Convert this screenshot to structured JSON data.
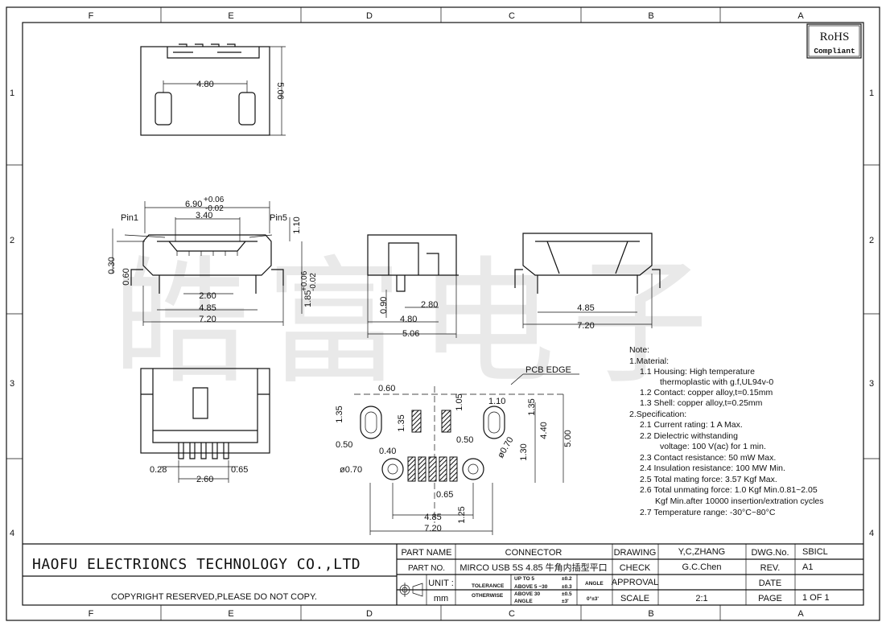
{
  "zones": {
    "columns": [
      "F",
      "E",
      "D",
      "C",
      "B",
      "A"
    ],
    "rows": [
      "1",
      "2",
      "3",
      "4"
    ]
  },
  "rohs": {
    "title": "RoHS",
    "subtitle": "Compliant"
  },
  "watermark": "皓富电子",
  "top_view": {
    "width": "4.80",
    "height": "5.06"
  },
  "front_view": {
    "pin1": "Pin1",
    "pin5": "Pin5",
    "d_690": "6.90",
    "tol_upper": "+0.06",
    "tol_lower": "-0.02",
    "d_340": "3.40",
    "d_110": "1.10",
    "d_030": "0.30",
    "d_060": "0.60",
    "d_260": "2.60",
    "d_485": "4.85",
    "d_720": "7.20",
    "d_185": "1.85",
    "d185_tol_upper": "+0.06",
    "d185_tol_lower": "-0.02"
  },
  "side_view": {
    "d_090": "0.90",
    "d_280": "2.80",
    "d_480": "4.80",
    "d_506": "5.06"
  },
  "rear_view": {
    "d_485": "4.85",
    "d_720": "7.20"
  },
  "bottom_view": {
    "d_028": "0.28",
    "d_065": "0.65",
    "d_260": "2.60"
  },
  "pcb_layout": {
    "label": "PCB EDGE",
    "dims": [
      "1.35",
      "0.60",
      "1.05",
      "1.10",
      "1.35",
      "1.35",
      "0.50",
      "0.50",
      "4.40",
      "5.00",
      "0.40",
      "1.30",
      "ø0.70",
      "ø0.70",
      "0.65",
      "1.25",
      "4.85",
      "7.20"
    ]
  },
  "notes": [
    "Note:",
    "1.Material:",
    "1.1  Housing: High temperature",
    "thermoplastic  with  g.f,UL94v-0",
    "1.2  Contact: copper  alloy,t=0.15mm",
    "1.3  Shell: copper  alloy,t=0.25mm",
    "2.Specification:",
    "2.1  Current  rating: 1  A  Max.",
    "2.2  Dielectric  withstanding",
    "voltage: 100  V(ac)  for  1  min.",
    "2.3  Contact  resistance: 50  mW  Max.",
    "2.4  Insulation  resistance: 100  MW  Min.",
    "2.5  Total  mating  force: 3.57  Kgf  Max.",
    "2.6  Total  unmating  force: 1.0  Kgf  Min.0.81~2.05",
    "Kgf  Min.after  10000  insertion/extration  cycles",
    "2.7  Temperature  range: -30°C~80°C"
  ],
  "title_block": {
    "company": "HAOFU  ELECTRIONCS  TECHNOLOGY  CO.,LTD",
    "copyright": "COPYRIGHT  RESERVED,PLEASE  DO  NOT  COPY.",
    "part_name_label": "PART  NAME",
    "part_name": "CONNECTOR",
    "part_no_label": "PART  NO.",
    "part_no": "MIRCO  USB  5S  4.85  牛角内插型平口",
    "unit_label": "UNIT  :",
    "unit": "mm",
    "tolerance_label_1": "TOLERANCE",
    "tolerance_label_2": "OTHERWISE",
    "tol_rows": [
      [
        "UP  TO  5",
        "±0.2"
      ],
      [
        "ABOVE  5 ~30",
        "±0.3"
      ],
      [
        "ABOVE  30",
        "±0.5"
      ],
      [
        "ANGLE",
        "±3'"
      ]
    ],
    "angle_label": "ANGLE",
    "angle_value": "0°±3'",
    "drawing_label": "DRAWING",
    "drawing": "Y,C,ZHANG",
    "check_label": "CHECK",
    "check": "G.C.Chen",
    "approval_label": "APPROVAL",
    "approval": "",
    "scale_label": "SCALE",
    "scale": "2:1",
    "dwg_no_label": "DWG.No.",
    "dwg_no": "SBICL",
    "rev_label": "REV.",
    "rev": "A1",
    "date_label": "DATE",
    "date": "",
    "page_label": "PAGE",
    "page": "1  OF  1"
  }
}
